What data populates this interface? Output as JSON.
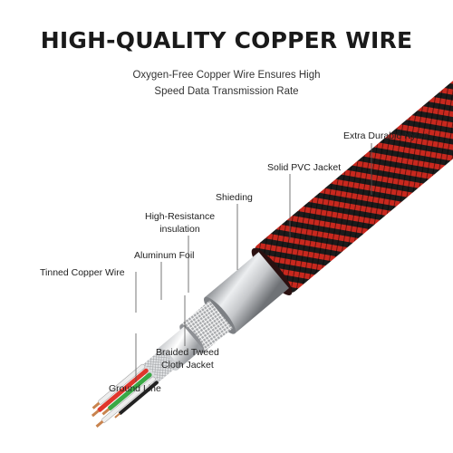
{
  "header": {
    "title": "HIGH-QUALITY COPPER WIRE",
    "subtitle_line1": "Oxygen-Free Copper Wire Ensures High",
    "subtitle_line2": "Speed Data Transmission Rate"
  },
  "labels": {
    "nylon": "Extra Durable Nylon",
    "pvc": "Solid PVC Jacket",
    "shielding": "Shieding",
    "insulation_line1": "High-Resistance",
    "insulation_line2": "insulation",
    "foil": "Aluminum Foil",
    "tinned": "Tinned Copper Wire",
    "braided_line1": "Braided Tweed",
    "braided_line2": "Cloth Jacket",
    "ground": "Ground Line"
  },
  "colors": {
    "nylon_red": "#c8281e",
    "nylon_black": "#1b1b1b",
    "metal": "#b7b9bc",
    "wire_red": "#e0362c",
    "wire_green": "#3aa845",
    "wire_white": "#eeeeee",
    "copper": "#c8834e"
  }
}
